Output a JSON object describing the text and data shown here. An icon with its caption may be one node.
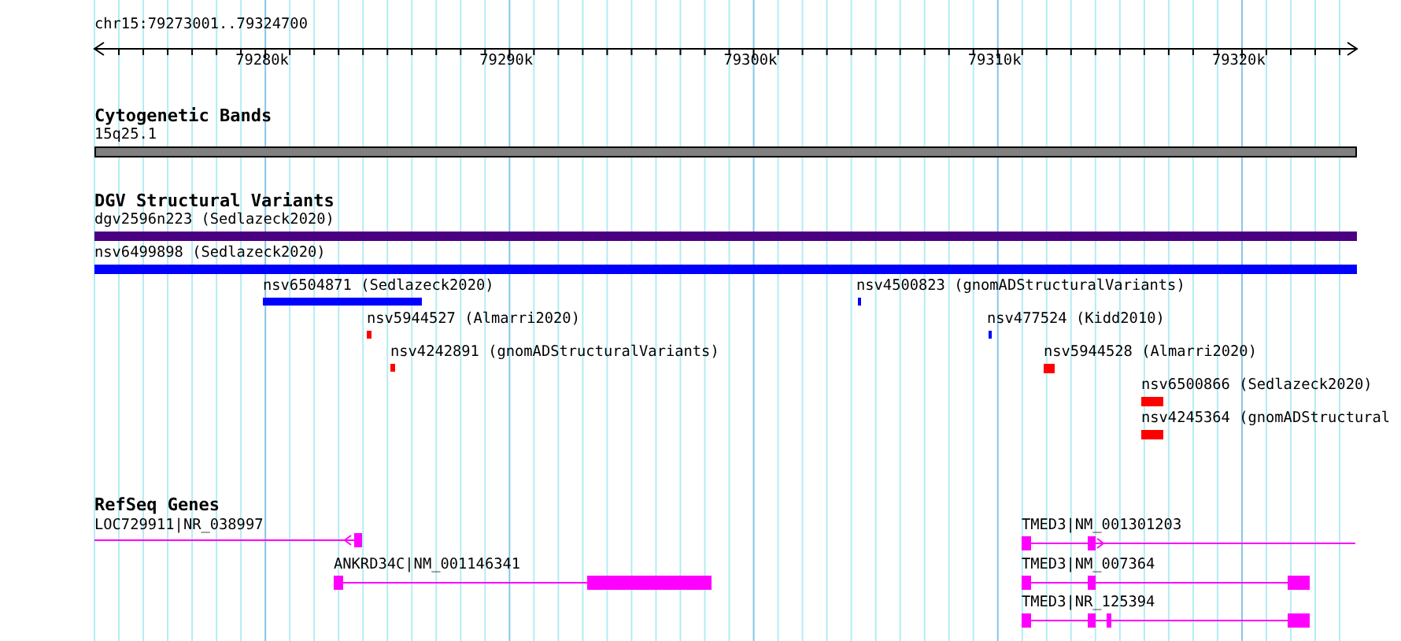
{
  "diagram": {
    "nodes": [
      {
        "text": [
          "Cytogenetic Bands"
        ]
      },
      {
        "text": [
          "15q25.1"
        ],
        "in": 0
      },
      {
        "text": [
          "DGV Structural Variants"
        ]
      },
      {
        "text": [
          "dgv2596n223 (Sedlazeck2020)"
        ],
        "in": 2
      },
      {
        "text": [
          "nsv6499898 (Sedlazeck2020)"
        ],
        "in": 2
      },
      {
        "text": [
          "nsv6504871 (Sedlazeck2020)"
        ],
        "in": 2
      },
      {
        "text": [
          "nsv4500823 (gnomADStructuralVariants)"
        ],
        "in": 2
      },
      {
        "text": [
          "nsv5944527 (Almarri2020)"
        ],
        "in": 2
      },
      {
        "text": [
          "nsv477524 (Kidd2010)"
        ],
        "in": 2
      },
      {
        "text": [
          "nsv4242891 (gnomADStructuralVariants)"
        ],
        "in": 2
      },
      {
        "text": [
          "nsv5944528 (Almarri2020)"
        ],
        "in": 2
      },
      {
        "text": [
          "nsv6500866 (Sedlazeck2020)"
        ],
        "in": 2
      },
      {
        "text": [
          "nsv4245364 (gnomADStructural"
        ],
        "in": 2
      },
      {
        "text": [
          "RefSeq Genes"
        ]
      },
      {
        "text": [
          "LOC729911|NR_038997"
        ],
        "in": 13
      },
      {
        "text": [
          "TMED3|NM_001301203"
        ],
        "in": 13
      },
      {
        "text": [
          "ANKRD34C|NM_001146341"
        ],
        "in": 13
      },
      {
        "text": [
          "TMED3|NM_007364"
        ],
        "in": 13
      },
      {
        "text": [
          "TMED3|NR_125394"
        ],
        "in": 13
      }
    ],
    "edges": [],
    "labels": [
      "chr15:79273001..79324700",
      "79280k",
      "79290k",
      "79300k",
      "79310k",
      "79320k"
    ]
  }
}
